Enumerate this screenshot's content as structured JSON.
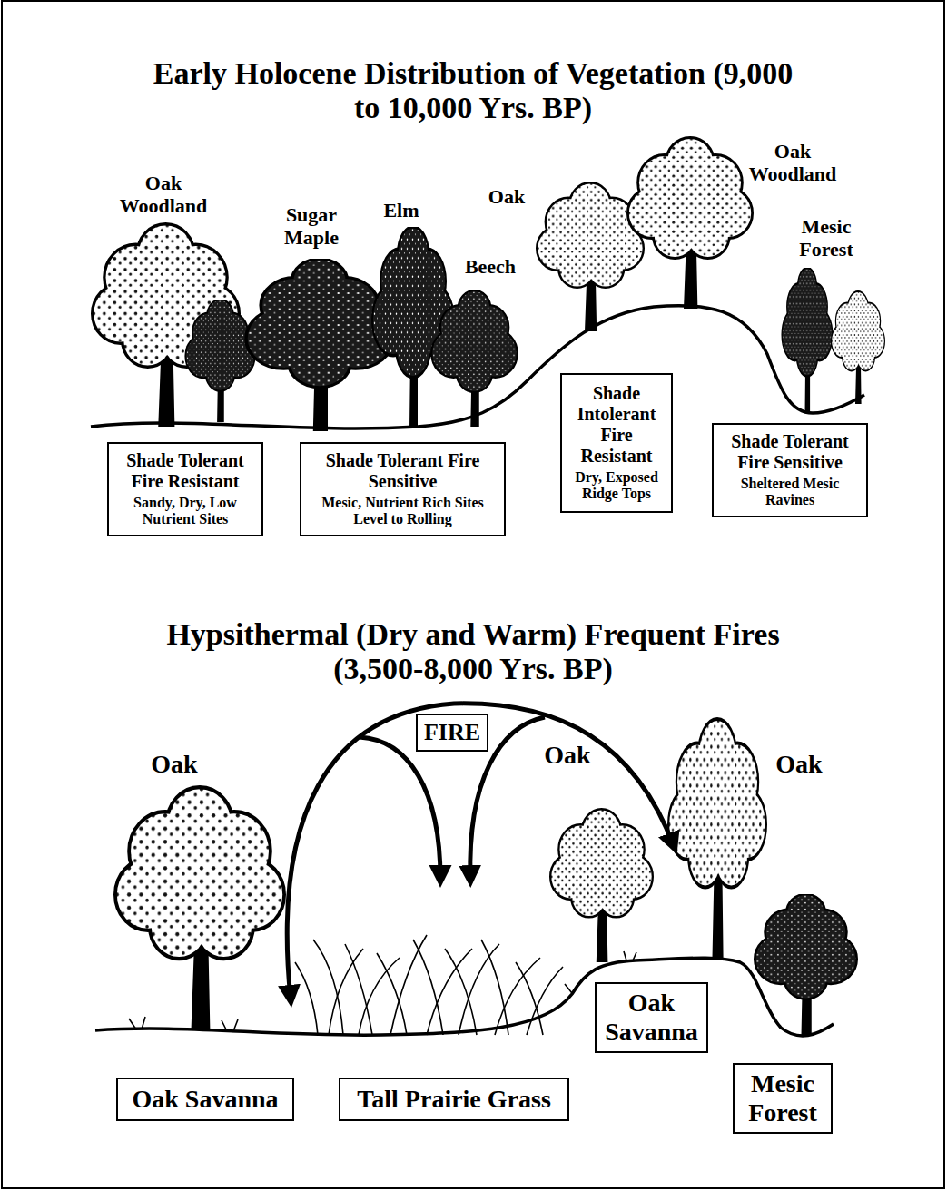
{
  "diagram": {
    "title": "Early Holocene Distribution of Vegetation (9,000 to 10,000 Yrs. BP)",
    "nodes": [
      {
        "text": [
          "Shade Tolerant Fire Resistant",
          "Sandy, Dry, Low Nutrient Sites"
        ]
      },
      {
        "text": [
          "Shade Tolerant Fire Sensitive",
          "Mesic, Nutrient Rich Sites Level to Rolling"
        ]
      },
      {
        "text": [
          "Shade Intolerant Fire Resistant",
          "Dry, Exposed Ridge Tops"
        ]
      },
      {
        "text": [
          "Shade Tolerant Fire Sensitive",
          "Sheltered Mesic Ravines"
        ]
      },
      {
        "text": [
          "FIRE"
        ]
      },
      {
        "text": [
          "Oak Savanna"
        ]
      },
      {
        "text": [
          "Tall Prairie Grass"
        ]
      },
      {
        "text": [
          "Oak Savanna"
        ]
      },
      {
        "text": [
          "Mesic Forest"
        ]
      }
    ],
    "labels": [
      "Hypsithermal (Dry and Warm) Frequent Fires (3,500-8,000 Yrs. BP)",
      "Oak Woodland",
      "Sugar Maple",
      "Elm",
      "Oak",
      "Beech",
      "Oak Woodland",
      "Mesic Forest",
      "Oak",
      "Oak",
      "Oak"
    ]
  }
}
